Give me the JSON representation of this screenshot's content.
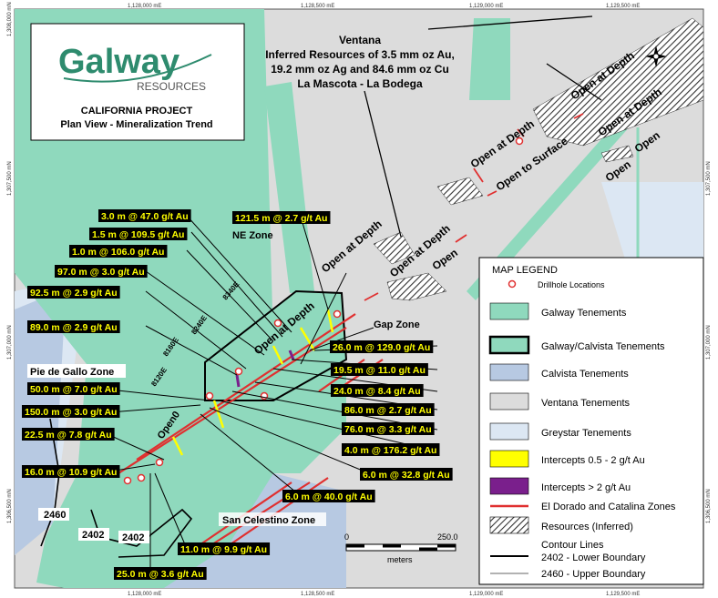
{
  "logo": {
    "name": "Galway",
    "sub": "RESOURCES"
  },
  "title": {
    "line1": "CALIFORNIA PROJECT",
    "line2": "Plan View - Mineralization Trend"
  },
  "coords": {
    "top": [
      "1,128,000 mE",
      "1,128,500 mE",
      "1,129,000 mE",
      "1,129,500 mE"
    ],
    "bottom": [
      "1,128,000 mE",
      "1,128,500 mE",
      "1,129,000 mE",
      "1,129,500 mE"
    ],
    "left": [
      "1,308,000 mN",
      "1,307,500 mN",
      "1,307,000 mN",
      "1,306,500 mN"
    ],
    "right": [
      "1,307,500 mN",
      "1,307,000 mN",
      "1,306,500 mN"
    ]
  },
  "ventana": {
    "l1": "Ventana",
    "l2": "Inferred Resources of 3.5 mm oz Au,",
    "l3": "19.2 mm oz Ag and 84.6 mm oz Cu",
    "l4": "La Mascota - La Bodega"
  },
  "open_labels": {
    "a": "Open at Depth",
    "b": "Open at Depth",
    "c": "Open at Depth",
    "d": "Open to Surface",
    "e": "Open",
    "f": "Open",
    "g": "Open at Depth",
    "h": "Open at Depth",
    "i": "Open",
    "j": "Open at Depth"
  },
  "zones": {
    "ne": "NE Zone",
    "gap": "Gap Zone",
    "pie": "Pie de Gallo Zone",
    "sanc": "San Celestino Zone",
    "open0": "Open0"
  },
  "grid_labels": {
    "a": "8340E",
    "b": "8240E",
    "c": "8160E",
    "d": "8120E"
  },
  "contours": {
    "a": "2460",
    "b": "2402",
    "c": "2402"
  },
  "intercepts_left": [
    "3.0 m @ 47.0 g/t Au",
    "1.5 m @ 109.5 g/t Au",
    "1.0 m @ 106.0 g/t Au",
    "97.0 m @ 3.0 g/t Au",
    "92.5 m @ 2.9 g/t Au",
    "89.0 m @ 2.9 g/t Au",
    "50.0 m @ 7.0 g/t Au",
    "150.0 m @ 3.0 g/t Au",
    "22.5 m @ 7.8 g/t Au",
    "16.0 m @ 10.9 g/t Au"
  ],
  "intercepts_top": "121.5 m @ 2.7 g/t Au",
  "intercepts_right": [
    "26.0 m @ 129.0 g/t Au",
    "19.5 m @ 11.0 g/t Au",
    "24.0 m @ 8.4 g/t Au",
    "86.0 m @ 2.7 g/t Au",
    "76.0 m @ 3.3 g/t Au",
    "4.0 m @ 176.2 g/t Au",
    "6.0 m @ 32.8 g/t Au",
    "6.0 m @ 40.0 g/t Au"
  ],
  "intercepts_bottom": [
    "11.0 m @ 9.9 g/t Au",
    "25.0 m @ 3.6 g/t Au"
  ],
  "scale": {
    "zero": "0",
    "max": "250.0",
    "unit": "meters"
  },
  "legend": {
    "title": "MAP LEGEND",
    "drillhole": "Drillhole Locations",
    "items": [
      {
        "label": "Galway Tenements",
        "color": "#8fd9bd"
      },
      {
        "label": "Galway/Calvista Tenements",
        "color": "#8fd9bd"
      },
      {
        "label": "Calvista Tenements",
        "color": "#b7c9e2"
      },
      {
        "label": "Ventana Tenements",
        "color": "#dcdcdc"
      },
      {
        "label": "Greystar Tenements",
        "color": "#dce7f3"
      },
      {
        "label": "Intercepts 0.5 - 2 g/t Au",
        "color": "#ffff00"
      },
      {
        "label": "Intercepts > 2 g/t Au",
        "color": "#7a1f8c"
      },
      {
        "label": "El Dorado and Catalina Zones",
        "color": "#e03030"
      },
      {
        "label": "Resources (Inferred)",
        "color": "#555555"
      }
    ],
    "contour_title": "Contour Lines",
    "contour_lower": "2402 - Lower Boundary",
    "contour_upper": "2460 - Upper Boundary"
  },
  "colors": {
    "galway": "#8fd9bd",
    "calvista": "#b7c9e2",
    "ventana": "#dcdcdc",
    "greystar": "#dce7f3",
    "red": "#e03030"
  }
}
